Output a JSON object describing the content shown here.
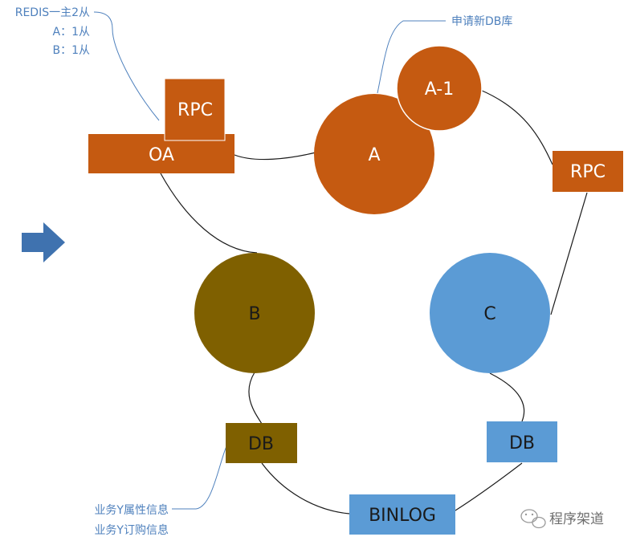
{
  "colors": {
    "orange": "#c55a11",
    "olive": "#7f6000",
    "blue": "#5b9bd5",
    "arrow": "#3f72af",
    "annotation": "#4f81bd",
    "connector": "#1a1a1a"
  },
  "nodes": {
    "oa": "OA",
    "rpc_top": "RPC",
    "a": "A",
    "a1": "A-1",
    "rpc_right": "RPC",
    "b": "B",
    "c": "C",
    "db_left": "DB",
    "db_right": "DB",
    "binlog": "BINLOG"
  },
  "annotations": {
    "redis_line1": "REDIS一主2从",
    "redis_line2": "A：1从",
    "redis_line3": "B：1从",
    "new_db": "申请新DB库",
    "db_line1": "业务Y属性信息",
    "db_line2": "业务Y订购信息"
  },
  "watermark": {
    "icon": "wechat-icon",
    "text": "程序架道"
  }
}
